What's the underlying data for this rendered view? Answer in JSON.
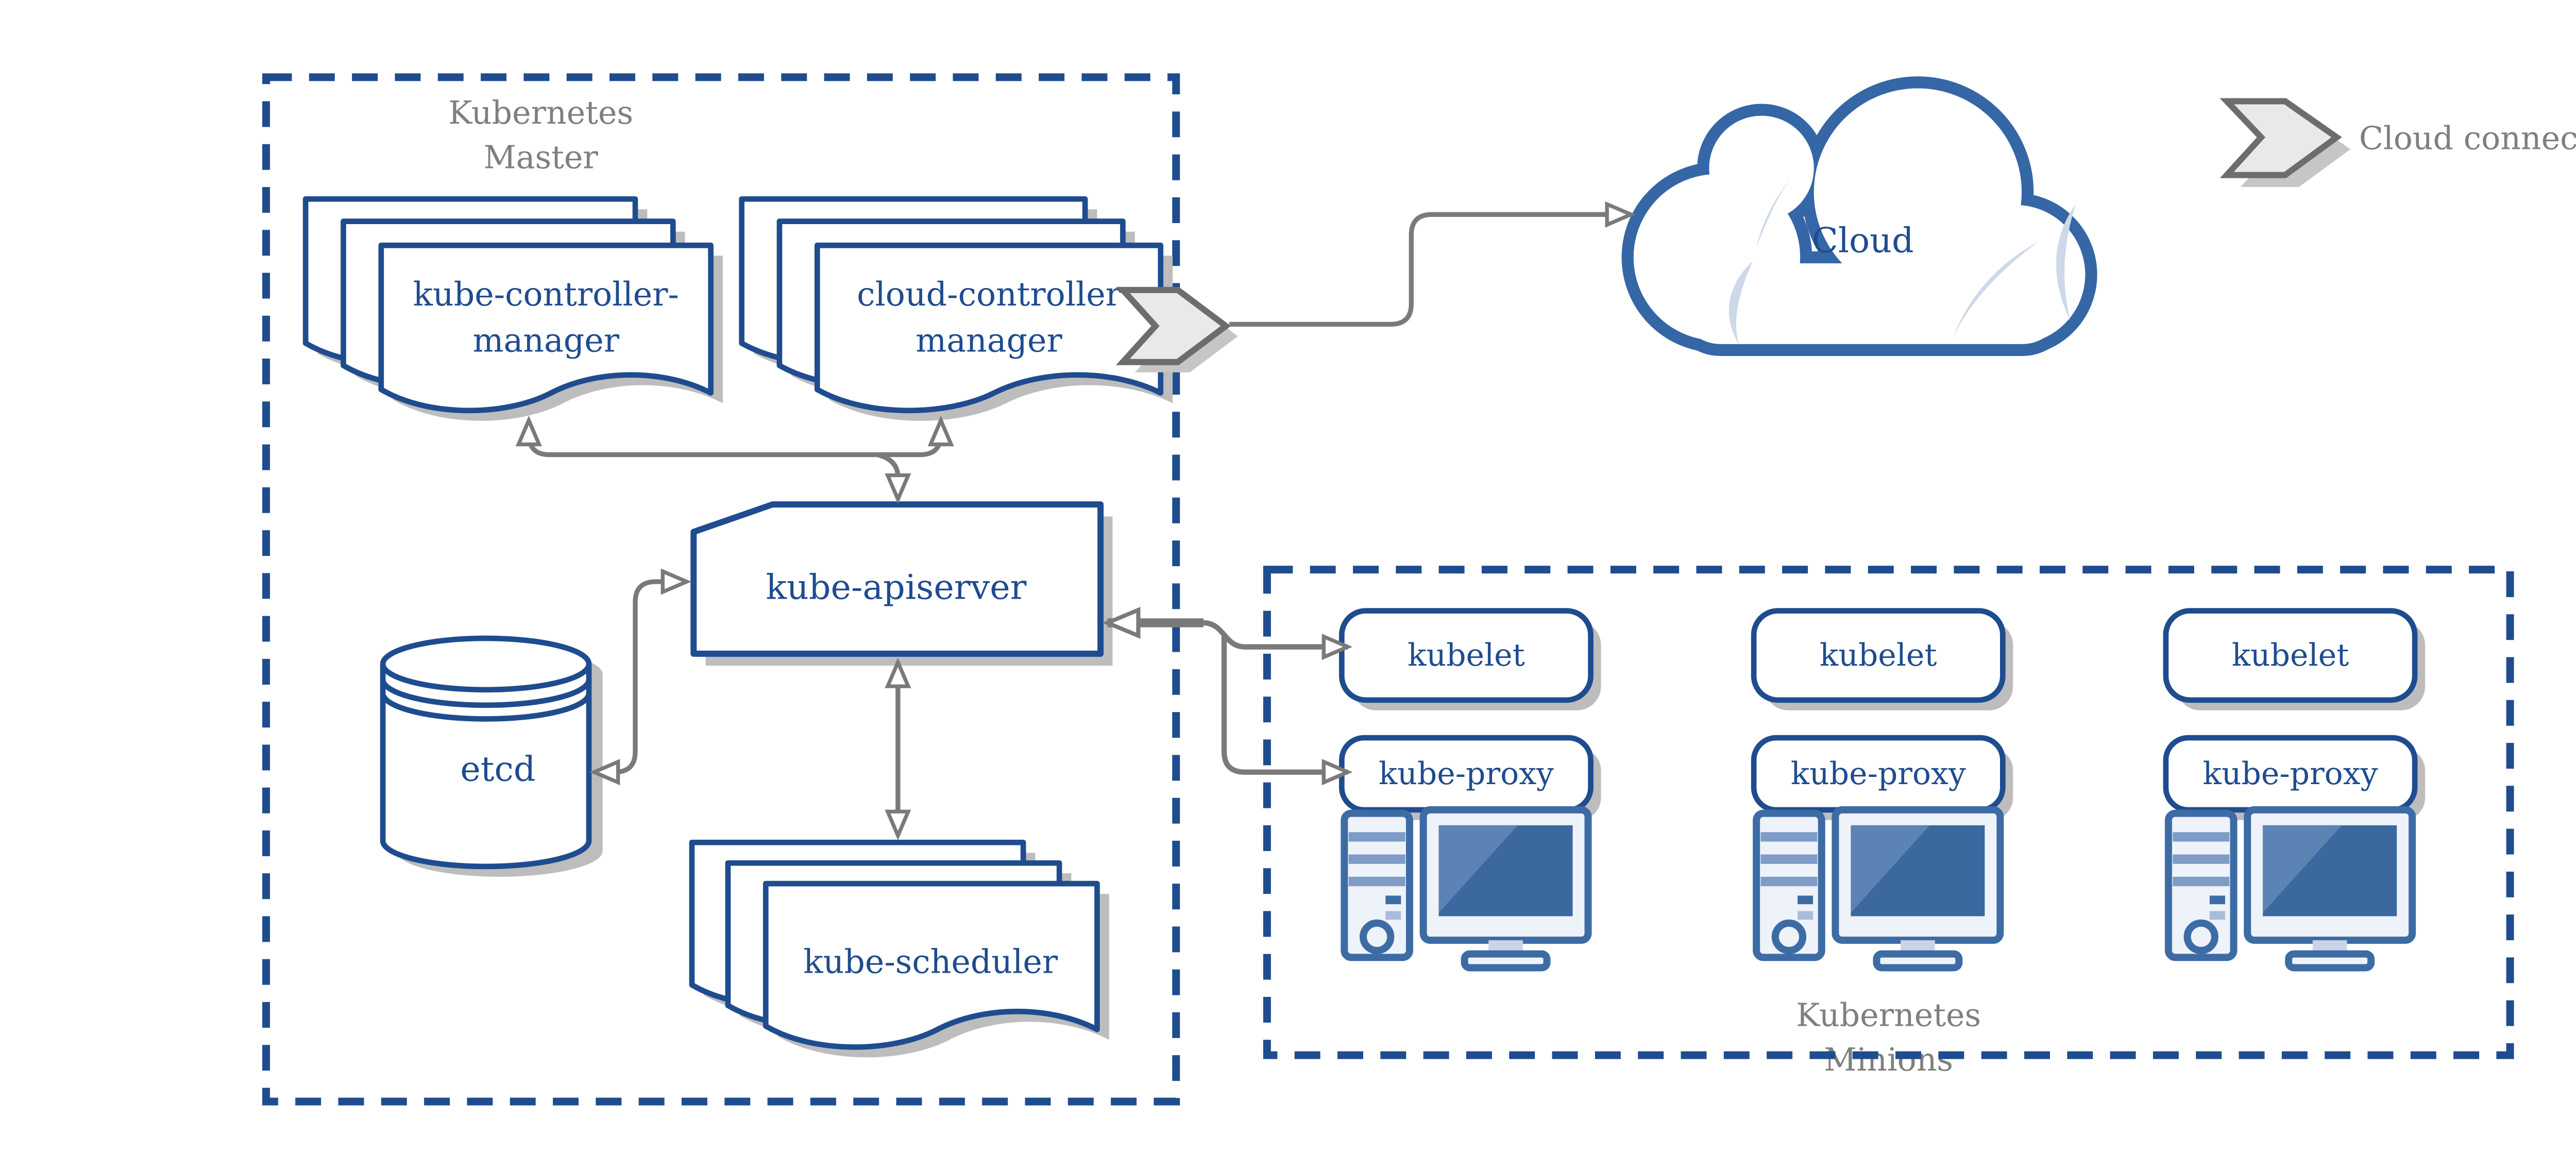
{
  "colors": {
    "node_border_blue": "#1F4C8F",
    "node_text_blue": "#1F4C8F",
    "boundary_dash_blue": "#1F4C8F",
    "cloud_outline_blue": "#3566A6",
    "cloud_highlight_blue": "#CDD9E9",
    "computer_icon_blue": "#3D6CA5",
    "computer_icon_stripe_blue": "#7E9CC7",
    "computer_icon_fill": "#EEF2F9",
    "screen_blue": "#3A689F",
    "connector_gray": "#7A7A7A",
    "label_gray": "#7F7F7F",
    "shadow_gray": "#BDBDBD",
    "chevron_fill": "#E9E9E9",
    "chevron_stroke": "#6D6D6D",
    "background": "#FFFFFF"
  },
  "master": {
    "label": [
      "Kubernetes",
      "Master"
    ],
    "kube_controller_manager": {
      "label": [
        "kube-controller-",
        "manager"
      ]
    },
    "cloud_controller_manager": {
      "label": [
        "cloud-controller",
        "manager"
      ]
    },
    "kube_apiserver": {
      "label": "kube-apiserver"
    },
    "etcd": {
      "label": "etcd"
    },
    "kube_scheduler": {
      "label": "kube-scheduler"
    }
  },
  "cloud": {
    "label": "Cloud"
  },
  "legend": {
    "label": "Cloud connector"
  },
  "minions": {
    "label": [
      "Kubernetes",
      "Minions"
    ],
    "nodes": [
      {
        "kubelet": "kubelet",
        "kube_proxy": "kube-proxy"
      },
      {
        "kubelet": "kubelet",
        "kube_proxy": "kube-proxy"
      },
      {
        "kubelet": "kubelet",
        "kube_proxy": "kube-proxy"
      }
    ]
  }
}
